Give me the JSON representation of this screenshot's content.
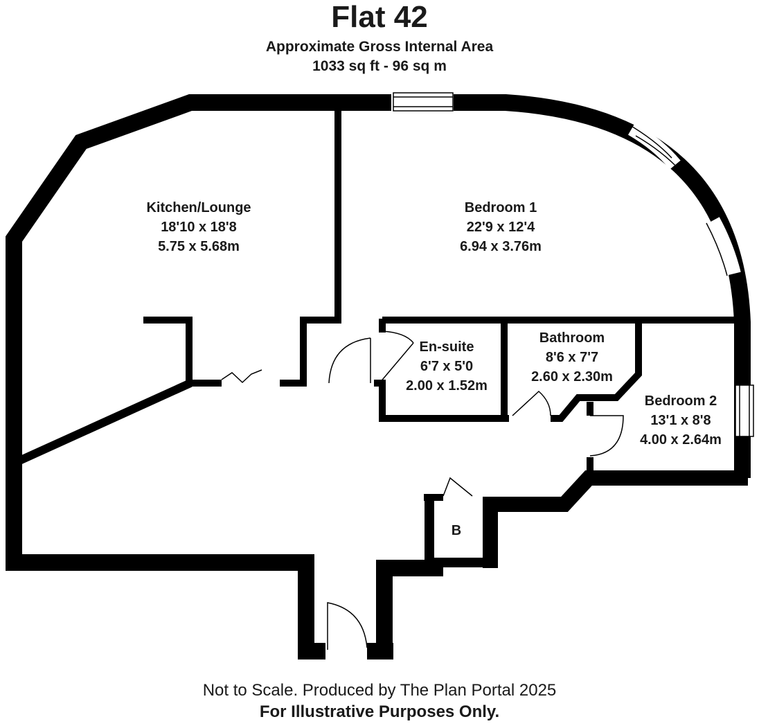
{
  "header": {
    "title": "Flat 42",
    "area_label": "Approximate Gross Internal Area",
    "area_value": "1033 sq ft - 96 sq m"
  },
  "rooms": [
    {
      "name": "Kitchen/Lounge",
      "imperial": "18'10 x 18'8",
      "metric": "5.75 x 5.68m"
    },
    {
      "name": "Bedroom 1",
      "imperial": "22'9 x 12'4",
      "metric": "6.94 x 3.76m"
    },
    {
      "name": "En-suite",
      "imperial": "6'7 x 5'0",
      "metric": "2.00 x 1.52m"
    },
    {
      "name": "Bathroom",
      "imperial": "8'6 x 7'7",
      "metric": "2.60 x 2.30m"
    },
    {
      "name": "Bedroom 2",
      "imperial": "13'1 x 8'8",
      "metric": "4.00 x 2.64m"
    }
  ],
  "boiler_label": "B",
  "footer": {
    "line1": "Not to Scale. Produced by The Plan Portal 2025",
    "line2": "For Illustrative Purposes Only."
  },
  "colors": {
    "wall": "#000000",
    "background": "#ffffff",
    "text": "#1a1a1a"
  }
}
